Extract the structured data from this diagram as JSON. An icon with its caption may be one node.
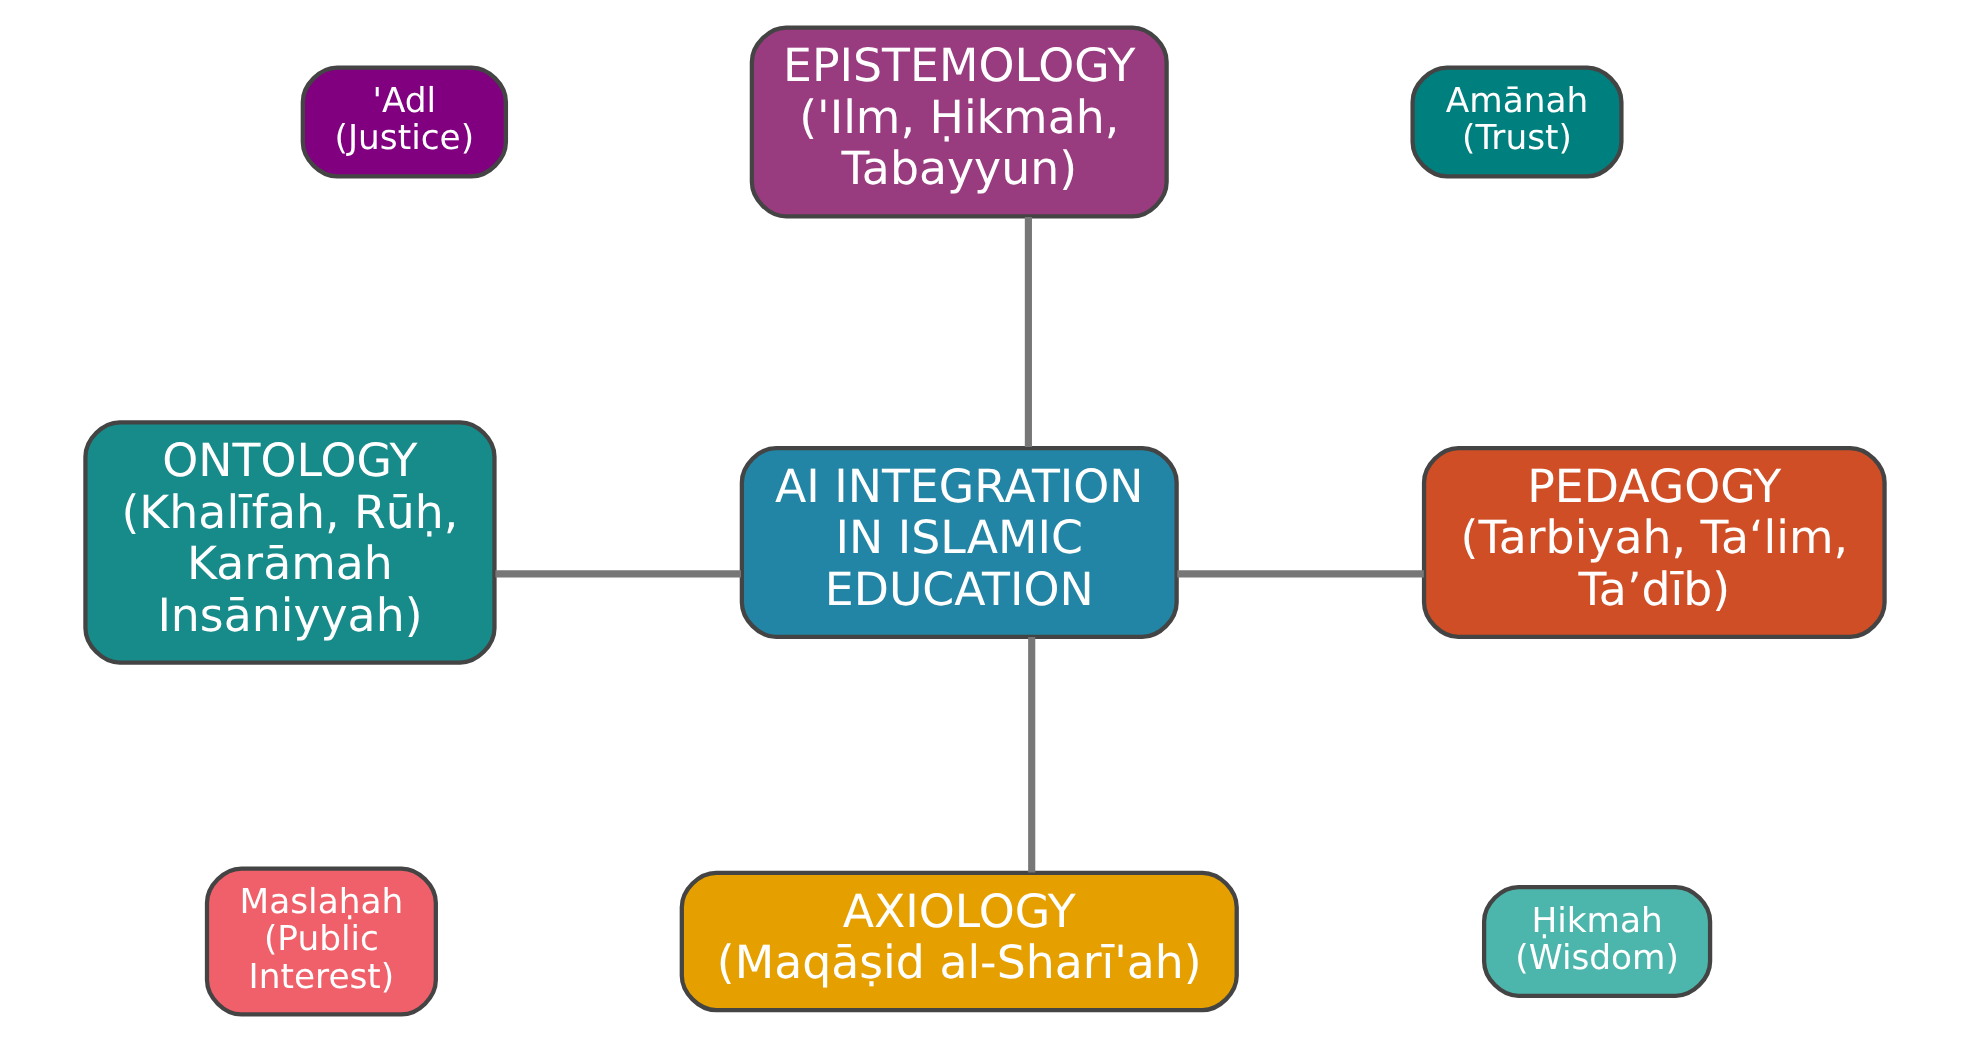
{
  "diagram": {
    "nodes": [
      {
        "text": [
          "'Adl (Justice)"
        ]
      },
      {
        "text": [
          "EPISTEMOLOGY",
          "('Ilm, Ḥikmah, Tabayyun)"
        ]
      },
      {
        "text": [
          "Amānah (Trust)"
        ]
      },
      {
        "text": [
          "ONTOLOGY",
          "(Khalīfah, Rūḥ, Karāmah Insāniyyah)"
        ]
      },
      {
        "text": [
          "AI INTEGRATION IN ISLAMIC EDUCATION"
        ]
      },
      {
        "text": [
          "PEDAGOGY",
          "(Tarbiyah, Ta‘lim, Ta’dīb)"
        ]
      },
      {
        "text": [
          "Maslaḥah (Public Interest)"
        ]
      },
      {
        "text": [
          "AXIOLOGY",
          "(Maqāṣid al-Sharī'ah)"
        ]
      },
      {
        "text": [
          "Ḥikmah (Wisdom)"
        ]
      }
    ],
    "edges": [
      {
        "from": 4,
        "to": 1,
        "arrow": "none"
      },
      {
        "from": 4,
        "to": 3,
        "arrow": "none"
      },
      {
        "from": 4,
        "to": 5,
        "arrow": "none"
      },
      {
        "from": 4,
        "to": 7,
        "arrow": "none"
      }
    ]
  }
}
